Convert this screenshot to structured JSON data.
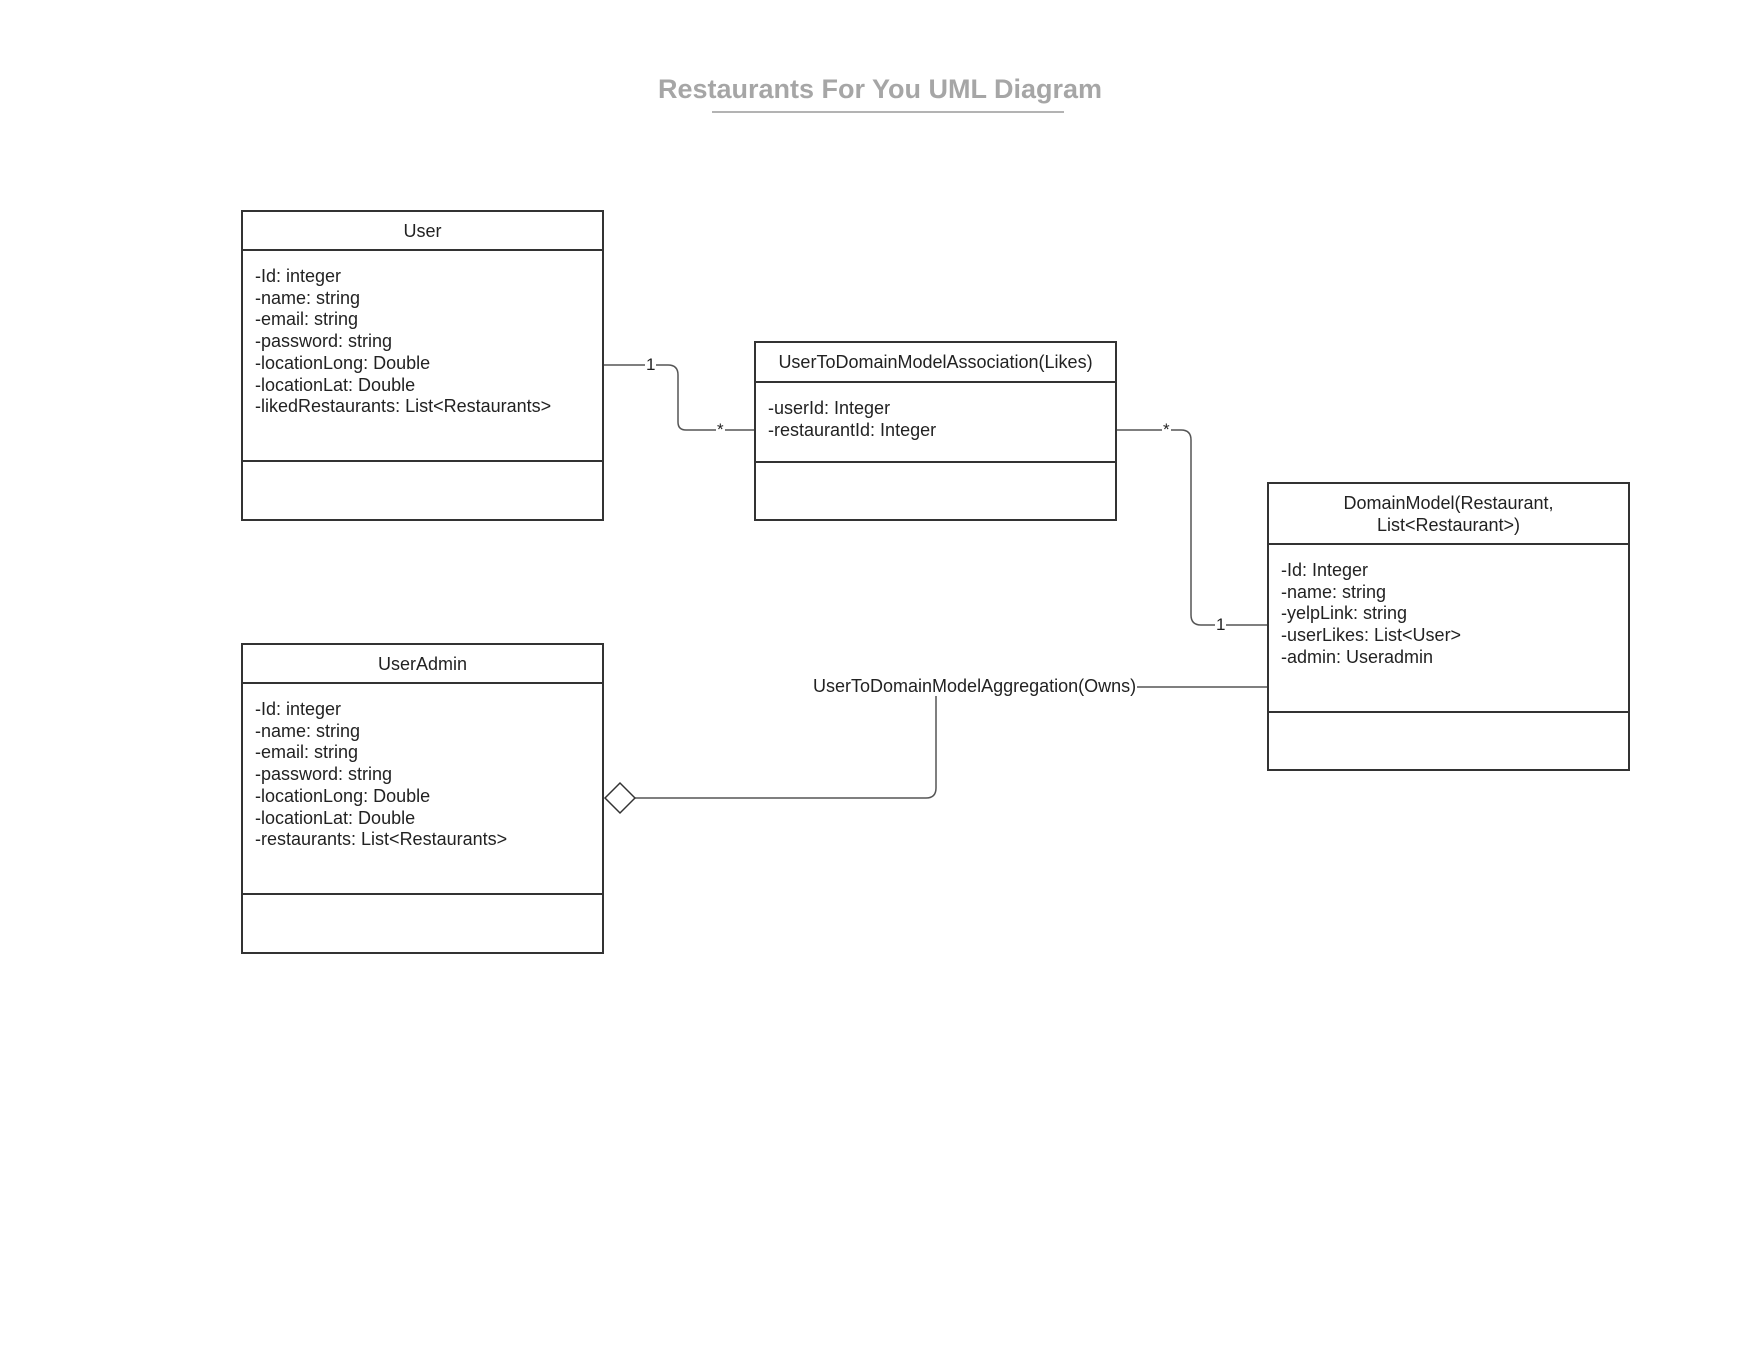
{
  "diagram": {
    "title": "Restaurants For You UML Diagram",
    "classes": {
      "user": {
        "name": "User",
        "attributes": [
          "-Id: integer",
          "-name: string",
          "-email: string",
          "-password: string",
          "-locationLong: Double",
          "-locationLat: Double",
          "-likedRestaurants: List<Restaurants>"
        ]
      },
      "association": {
        "name": "UserToDomainModelAssociation(Likes)",
        "attributes": [
          "-userId: Integer",
          "-restaurantId: Integer"
        ]
      },
      "domain_model": {
        "name_lines": [
          "DomainModel(Restaurant,",
          "List<Restaurant>)"
        ],
        "attributes": [
          "-Id: Integer",
          "-name: string",
          "-yelpLink: string",
          "-userLikes: List<User>",
          "-admin: Useradmin"
        ]
      },
      "user_admin": {
        "name": "UserAdmin",
        "attributes": [
          "-Id: integer",
          "-name: string",
          "-email: string",
          "-password: string",
          "-locationLong: Double",
          "-locationLat: Double",
          "-restaurants: List<Restaurants>"
        ]
      }
    },
    "relationships": {
      "user_likes": {
        "from_multiplicity": "1",
        "to_multiplicity": "*"
      },
      "likes_domain": {
        "from_multiplicity": "*",
        "to_multiplicity": "1"
      },
      "aggregation": {
        "label": "UserToDomainModelAggregation(Owns)"
      }
    },
    "colors": {
      "line": "#333333",
      "connector": "#555555",
      "title": "#a6a6a6"
    }
  }
}
